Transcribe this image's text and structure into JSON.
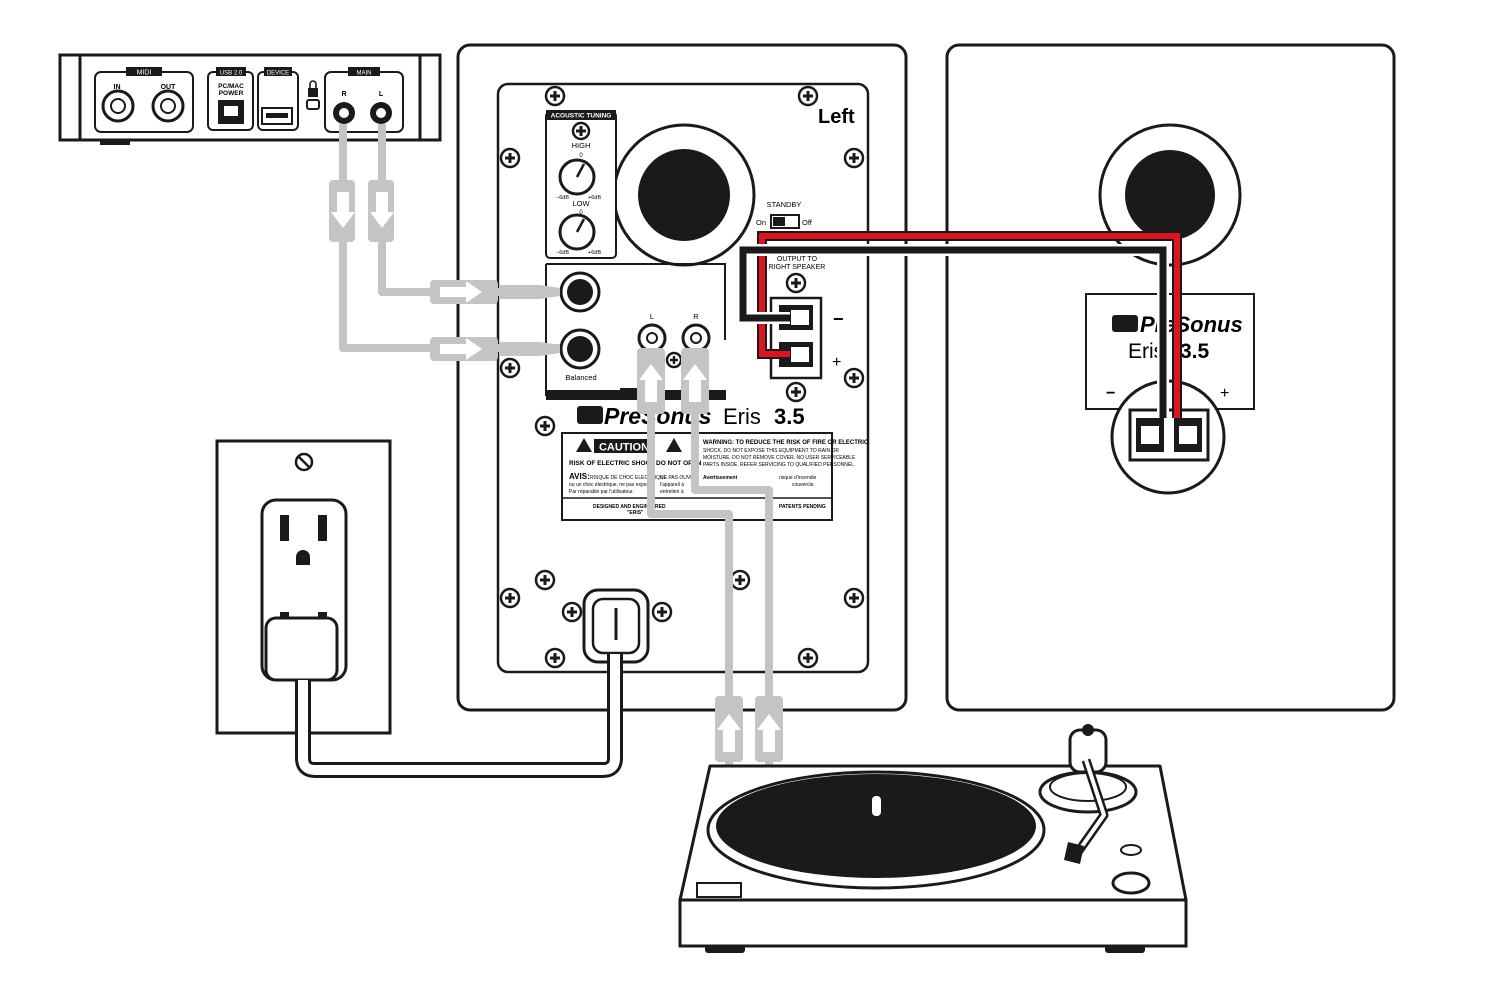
{
  "interface": {
    "midi_section": "MIDI",
    "midi_in": "IN",
    "midi_out": "OUT",
    "usb_section": "USB 2.0",
    "usb_label_1": "PC/MAC",
    "usb_label_2": "POWER",
    "device_section": "DEVICE",
    "main_section": "MAIN",
    "main_r": "R",
    "main_l": "L"
  },
  "left_speaker": {
    "side_label": "Left",
    "acoustic_tuning": "ACOUSTIC TUNING",
    "high": "HIGH",
    "low": "LOW",
    "zero": "0",
    "minus6": "−6dB",
    "plus6": "+6dB",
    "standby": "STANDBY",
    "on": "On",
    "off": "Off",
    "output_1": "OUTPUT TO",
    "output_2": "RIGHT SPEAKER",
    "minus": "−",
    "plus": "+",
    "balanced": "Balanced",
    "rca_l": "L",
    "rca_r": "R",
    "brand": "PreSonus",
    "model": "Eris",
    "model_num": "3.5",
    "caution": "CAUTION",
    "risk": "RISK OF ELECTRIC SHOCK",
    "do_not_open": "DO NOT OPEN",
    "warning_1": "WARNING: TO REDUCE THE RISK OF FIRE OR ELECTRIC",
    "warning_2": "SHOCK, DO NOT EXPOSE THIS EQUIPMENT TO RAIN OR",
    "warning_3": "MOISTURE. DO NOT REMOVE COVER. NO USER SERVICEABLE",
    "warning_4": "PARTS INSIDE. REFER SERVICING TO QUALIFIED PERSONNEL.",
    "avis": "AVIS:",
    "avis_1": "RISQUE DE CHOC ELECTRIQUE",
    "avis_2": "ou un choc électrique, ne pas exposer",
    "avis_3": "Par réparable par l'utilisateur.",
    "avert_1": "NE PAS OUVRIR",
    "avert_2": "l'appareil à",
    "avert_3": "entretien à",
    "avert_4": "Avertissement",
    "avert_5": "risque d'incendie",
    "avert_6": "couvercle.",
    "designed": "DESIGNED AND ENGINEERED",
    "eris_q": "\"ERIS\"",
    "patents": "PATENTS PENDING"
  },
  "right_speaker": {
    "brand": "PreSonus",
    "model": "Eris",
    "model_num": "3.5",
    "minus": "−",
    "plus": "+"
  },
  "colors": {
    "line": "#1a1a1a",
    "cable_gray": "#c4c4c4",
    "wire_red": "#e0141e",
    "wire_black": "#1a1a1a",
    "woofer": "#1a1a1a"
  },
  "icons": [
    "screw-icon",
    "warning-triangle-icon",
    "lock-icon",
    "arrow-down-icon",
    "arrow-right-icon",
    "arrow-up-icon"
  ]
}
